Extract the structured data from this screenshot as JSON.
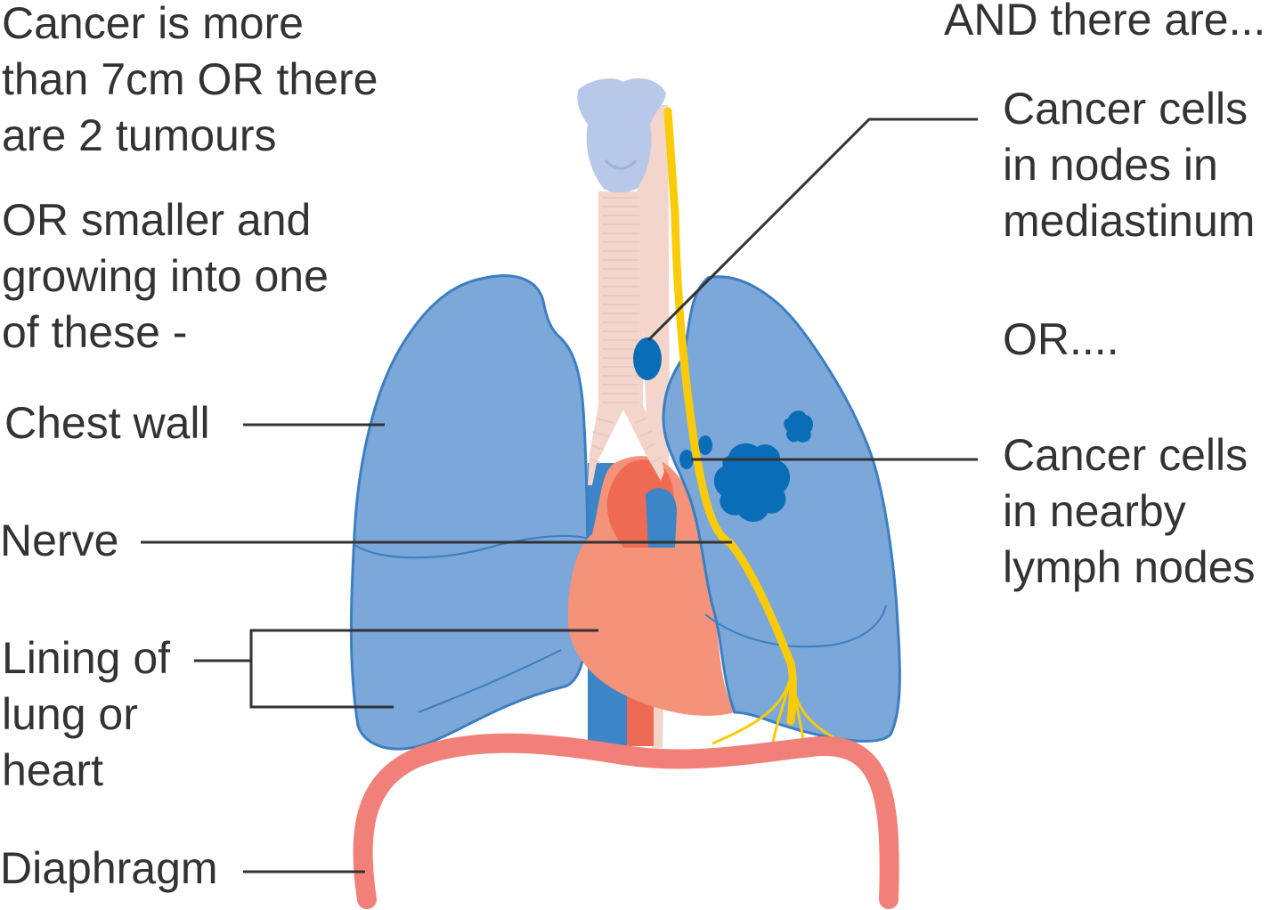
{
  "labels": {
    "intro": "Cancer is more\nthan 7cm OR there\nare 2 tumours",
    "or_smaller": "OR smaller and\ngrowing into one\nof these -",
    "chest_wall": "Chest wall",
    "nerve": "Nerve",
    "lining": "Lining of\nlung or\nheart",
    "diaphragm": "Diaphragm",
    "and_there_are": "AND there are...",
    "mediastinum_nodes": "Cancer cells\nin nodes in\nmediastinum",
    "or": "OR....",
    "nearby_nodes": "Cancer cells\nin nearby\nlymph nodes"
  },
  "colors": {
    "lung_fill": "#7BA7D9",
    "lung_stroke": "#3C7EC2",
    "tumour": "#0A6DB7",
    "heart": "#F4937A",
    "heart_dark": "#EE6A52",
    "nerve": "#FBCB0A",
    "diaphragm": "#F08078",
    "trachea_rings": "#FFFFFF",
    "oesophagus": "#F3D5CC",
    "larynx": "#B7C8E8",
    "label_text": "#333333",
    "leader_line": "#333333"
  }
}
